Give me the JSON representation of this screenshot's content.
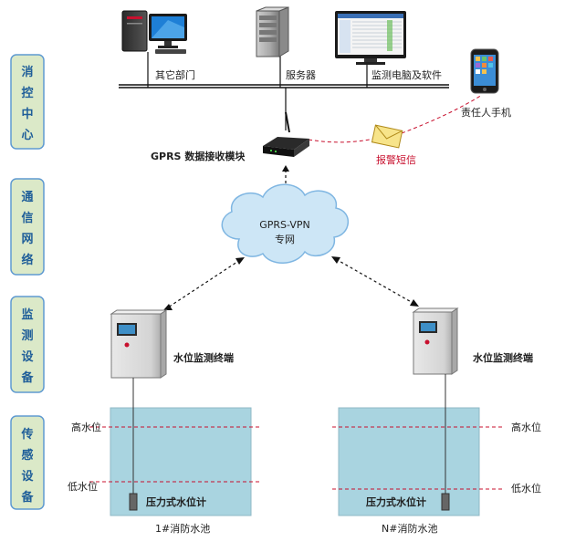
{
  "colors": {
    "sidebar_fill": "#dbe9c8",
    "sidebar_stroke": "#5f9ad1",
    "sidebar_text": "#1f5e99",
    "tank_fill": "#a9d4e0",
    "alert_red": "#c8102e",
    "cloud_fill": "#cde6f6",
    "cloud_stroke": "#7fb6e2"
  },
  "sidebar": {
    "sections": [
      {
        "chars": [
          "消",
          "控",
          "中",
          "心"
        ]
      },
      {
        "chars": [
          "通",
          "信",
          "网",
          "络"
        ]
      },
      {
        "chars": [
          "监",
          "测",
          "设",
          "备"
        ]
      },
      {
        "chars": [
          "传",
          "感",
          "设",
          "备"
        ]
      }
    ]
  },
  "control_center": {
    "computer_label": "其它部门",
    "server_label": "服务器",
    "monitor_label": "监测电脑及软件",
    "phone_label": "责任人手机",
    "gprs_label": "GPRS 数据接收模块",
    "sms_label": "报警短信"
  },
  "network": {
    "cloud_line1": "GPRS-VPN",
    "cloud_line2": "专网"
  },
  "sites": [
    {
      "terminal_label": "水位监测终端",
      "sensor_label": "压力式水位计",
      "high_label": "高水位",
      "low_label": "低水位",
      "tank_label": "1#消防水池"
    },
    {
      "terminal_label": "水位监测终端",
      "sensor_label": "压力式水位计",
      "high_label": "高水位",
      "low_label": "低水位",
      "tank_label": "N#消防水池"
    }
  ]
}
